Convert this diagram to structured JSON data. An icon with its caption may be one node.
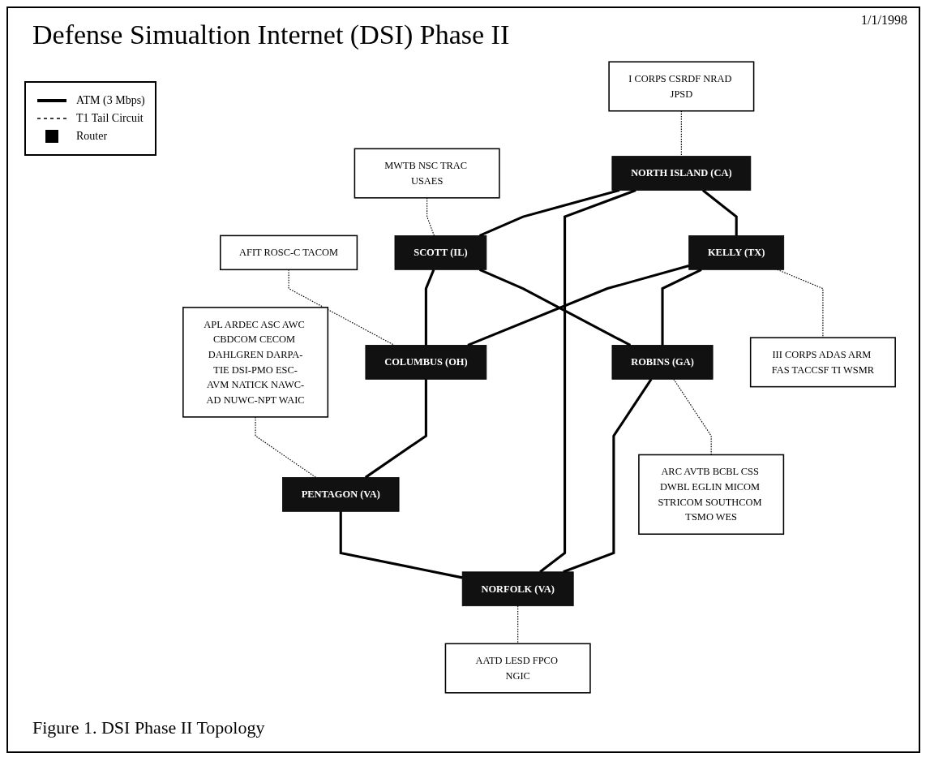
{
  "diagram": {
    "title": "Defense Simualtion Internet (DSI) Phase II",
    "caption": "Figure 1. DSI Phase II Topology",
    "nodes": [
      {
        "text": [
          "SCOTT (IL)"
        ]
      },
      {
        "text": [
          "COLUMBUS (OH)"
        ]
      },
      {
        "text": [
          "PENTAGON (VA)"
        ]
      },
      {
        "text": [
          "NORFOLK (VA)"
        ]
      },
      {
        "text": [
          "NORTH ISLAND (CA)"
        ]
      },
      {
        "text": [
          "ROBINS (GA)"
        ]
      },
      {
        "text": [
          "KELLY (TX)"
        ]
      },
      {
        "text": [
          "MWTB NSC TRAC USAES"
        ]
      },
      {
        "text": [
          "AFIT ROSC-C TACOM"
        ]
      },
      {
        "text": [
          "APL ARDEC ASC AWC CBDCOM CECOM DAHLGREN DARPA-TIE DSI-PMO ESC-AVM NATICK NAWC-AD NUWC-NPT WAIC"
        ]
      },
      {
        "text": [
          "AATD LESD FPCO NGIC"
        ]
      },
      {
        "text": [
          "I CORPS CSRDF NRAD JPSD"
        ]
      },
      {
        "text": [
          "ARC AVTB BCBL CSS DWBL EGLIN MICOM STRICOM SOUTHCOM TSMO WES"
        ]
      },
      {
        "text": [
          "III CORPS ADAS ARM FAS TACCSF TI WSMR"
        ]
      }
    ],
    "edges": [
      {
        "from": 0,
        "to": 1,
        "arrow": "none"
      },
      {
        "from": 1,
        "to": 2,
        "arrow": "none"
      },
      {
        "from": 2,
        "to": 3,
        "arrow": "none"
      },
      {
        "from": 4,
        "to": 0,
        "arrow": "none"
      },
      {
        "from": 0,
        "to": 5,
        "arrow": "none"
      },
      {
        "from": 6,
        "to": 1,
        "arrow": "none"
      },
      {
        "from": 4,
        "to": 3,
        "arrow": "none"
      },
      {
        "from": 5,
        "to": 3,
        "arrow": "none"
      },
      {
        "from": 4,
        "to": 6,
        "arrow": "none"
      },
      {
        "from": 6,
        "to": 5,
        "arrow": "none"
      },
      {
        "from": 7,
        "to": 0,
        "arrow": "none",
        "style": "dashed"
      },
      {
        "from": 8,
        "to": 1,
        "arrow": "none",
        "style": "dashed"
      },
      {
        "from": 9,
        "to": 2,
        "arrow": "none",
        "style": "dashed"
      },
      {
        "from": 3,
        "to": 10,
        "arrow": "none",
        "style": "dashed"
      },
      {
        "from": 11,
        "to": 4,
        "arrow": "none",
        "style": "dashed"
      },
      {
        "from": 5,
        "to": 12,
        "arrow": "none",
        "style": "dashed"
      },
      {
        "from": 6,
        "to": 13,
        "arrow": "none",
        "style": "dashed"
      }
    ],
    "labels": [
      "1/1/1998"
    ],
    "legend": [
      {
        "text": "ATM (3 Mbps)"
      },
      {
        "text": "T1 Tail Circuit"
      },
      {
        "text": "Router"
      }
    ]
  }
}
